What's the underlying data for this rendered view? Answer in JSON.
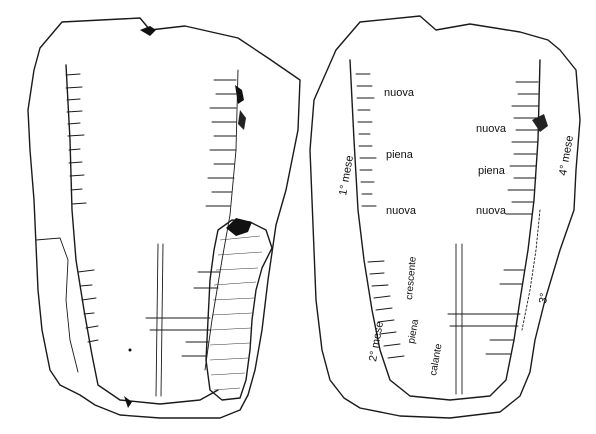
{
  "figure": {
    "left_panel": {},
    "right_panel": {
      "labels": {
        "nuova_1": "nuova",
        "piena_1": "piena",
        "nuova_2": "nuova",
        "mese_1": "1° mese",
        "crescente": "crescente",
        "piena_2": "piena",
        "mese_2": "2° mese",
        "calante": "calante",
        "nuova_r1": "nuova",
        "piena_r": "piena",
        "nuova_r2": "nuova",
        "mese_4": "4° mese",
        "mese_3": "3°"
      }
    }
  }
}
